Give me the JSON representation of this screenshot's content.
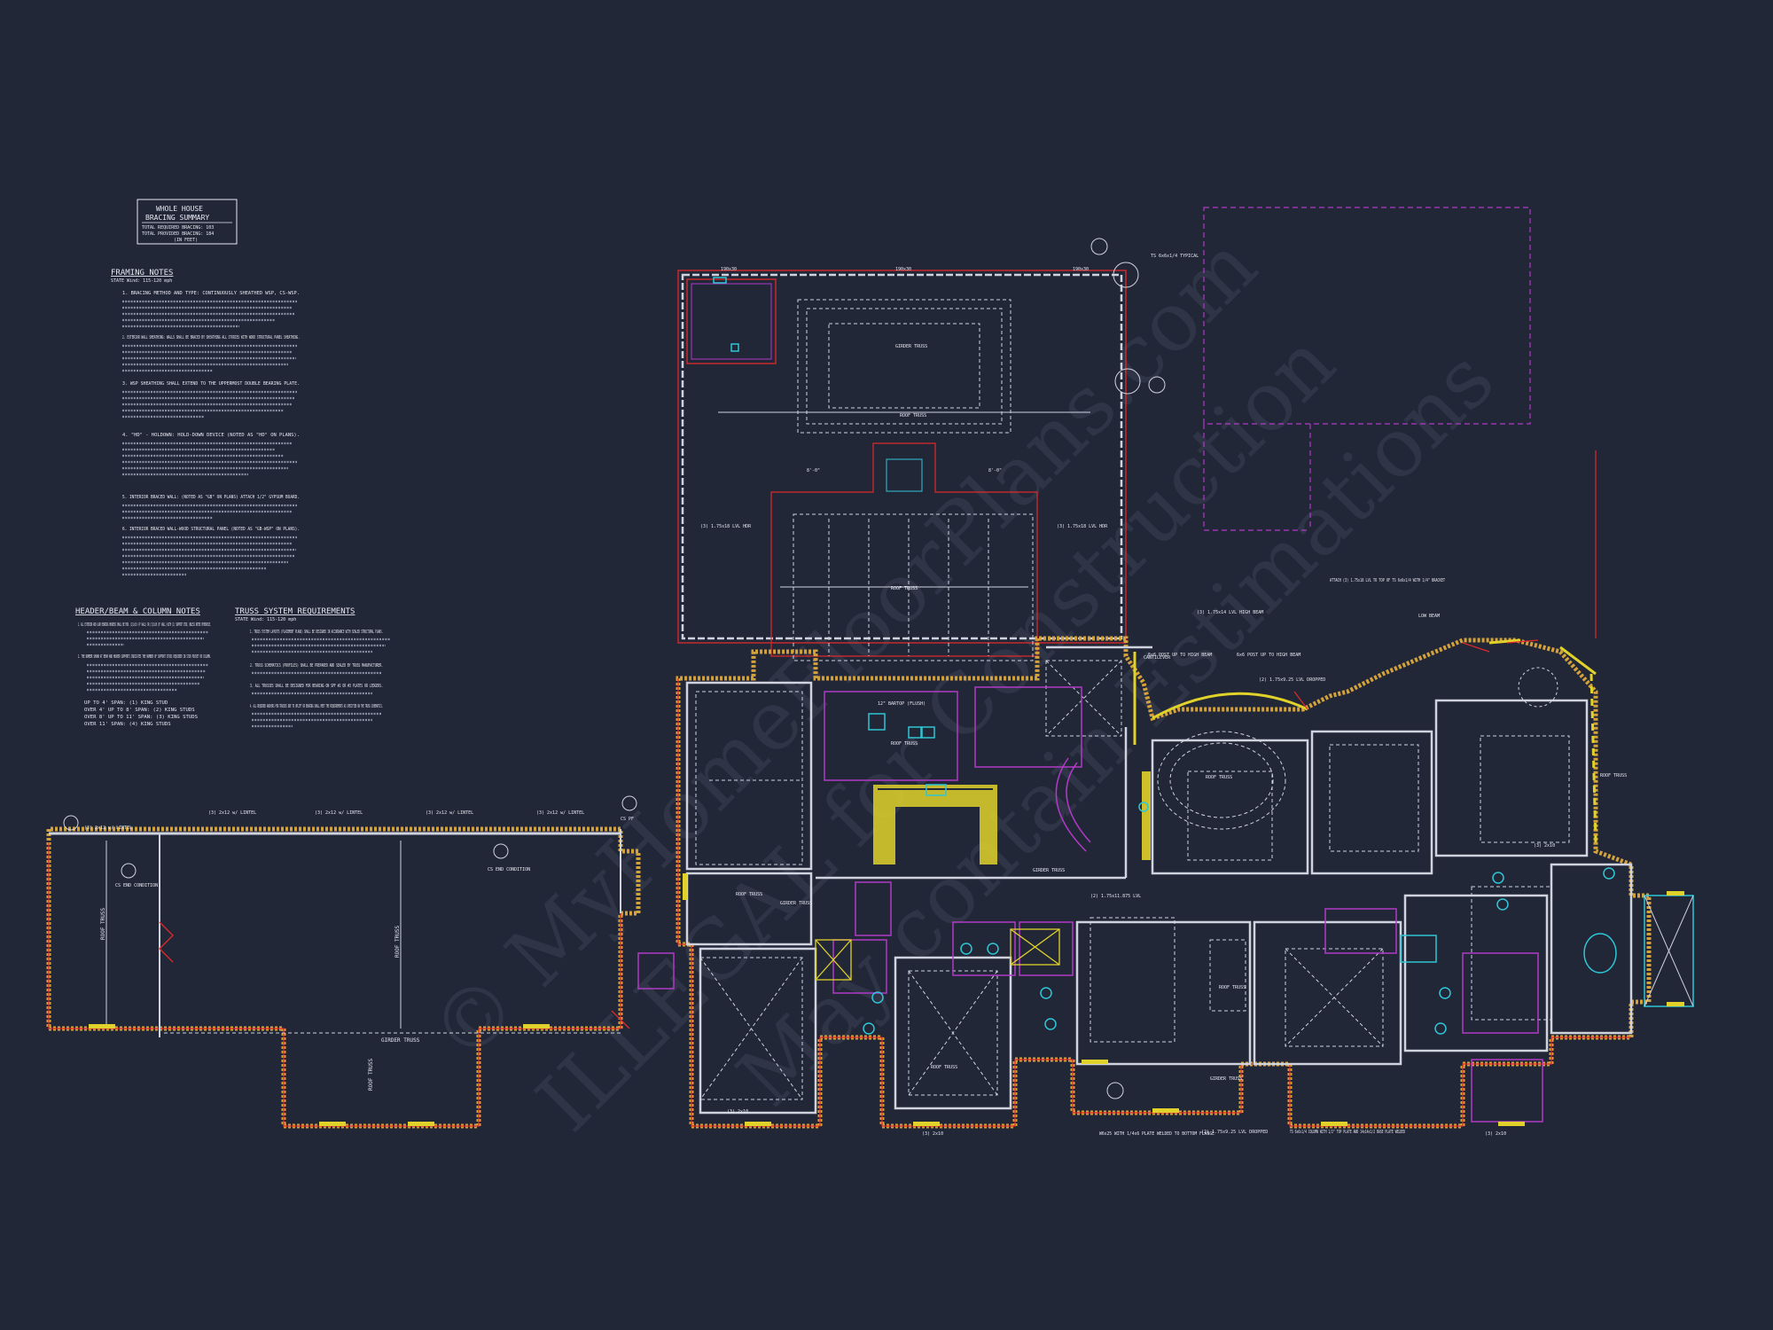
{
  "bracing_summary": {
    "title_line1": "WHOLE HOUSE",
    "title_line2": "BRACING SUMMARY",
    "required": "TOTAL REQUIRED BRACING: 103",
    "provided": "TOTAL PROVIDED BRACING: 184",
    "unit": "(IN FEET)"
  },
  "framing_notes": {
    "title": "FRAMING NOTES",
    "subtitle": "STATE Wind: 115-120 mph",
    "items": [
      "1. BRACING METHOD AND TYPE: CONTINUOUSLY SHEATHED WSP, CS-WSP.",
      "2. EXTERIOR WALL SHEATHING: WALLS SHALL BE BRACED BY SHEATHING ALL STORIES WITH WOOD STRUCTURAL PANEL SHEATHING.",
      "3. WSP SHEATHING SHALL EXTEND TO THE UPPERMOST DOUBLE BEARING PLATE.",
      "4. \"HD\" - HOLDOWN: HOLD-DOWN DEVICE (NOTED AS \"HD\" ON PLANS).",
      "5. INTERIOR BRACED WALL: (NOTED AS \"GB\" ON PLANS) ATTACH 1/2\" GYPSUM BOARD.",
      "6. INTERIOR BRACED WALL-WOOD STRUCTURAL PANEL (NOTED AS \"GB-WSP\" ON PLANS)."
    ]
  },
  "header_notes": {
    "title": "HEADER/BEAM & COLUMN NOTES",
    "items": [
      "1. ALL EXTERIOR AND LOAD BEARING HEADERS SHALL BE MIN. (2)2x10 (4\" WALL) OR (3)2x10 (6\" WALL) WITH (1) SUPPORT STUD, UNLESS NOTED OTHERWISE.",
      "2. THE NUMBER SHOWN AT BEAM AND HEADER SUPPORTS INDICATES THE NUMBER OF SUPPORT STUDS REQUIRED IN STUD POCKET OR COLUMN.",
      "UP TO 4' SPAN: (1) KING STUD",
      "OVER 4' UP TO 8' SPAN: (2) KING STUDS",
      "OVER 8' UP TO 11' SPAN: (3) KING STUDS",
      "OVER 11' SPAN: (4) KING STUDS"
    ]
  },
  "truss_notes": {
    "title": "TRUSS SYSTEM REQUIREMENTS",
    "subtitle": "STATE Wind: 115-120 mph",
    "items": [
      "1. TRUSS SYSTEM LAYOUTS (PLACEMENT PLANS) SHALL BE DESIGNED IN ACCORDANCE WITH SEALED STRUCTURAL PLANS.",
      "2. TRUSS SCHEMATICS (PROFILES) SHALL BE PREPARED AND SEALED BY TRUSS MANUFACTURER.",
      "3. ALL TRUSSES SHALL BE DESIGNED FOR BEARING ON SPF #2 OR #3 PLATES OR LEDGERS.",
      "4. ALL REQUIRED ANCHORS FOR TRUSSES DUE TO UPLIFT OR BEARING SHALL MEET THE REQUIREMENTS AS SPECIFIED ON THE TRUSS SCHEMATICS."
    ]
  },
  "plan_labels": {
    "roof_truss": "ROOF TRUSS",
    "girder_truss": "GIRDER TRUSS",
    "lvl_hdr_left": "(3) 1.75x18 LVL HDR",
    "lvl_hdr_right": "(3) 1.75x18 LVL HDR",
    "lintel_2x12": "(3) 2x12 w/ LINTEL",
    "lintel_2x10": "(3) 2x10",
    "cantilever": "CANTILEVER",
    "high_beam": "(3) 1.75x14 LVL HIGH BEAM",
    "low_beam": "LOW BEAM",
    "lvl_dropped": "(2) 1.75x9.25 LVL DROPPED",
    "lvl_ridge": "(2) 1.75x11.875 LVL",
    "post_6x6": "6x6 POST UP TO HIGH BEAM",
    "bracket_note": "ATTACH (3) 1.75x18 LVL TO TOP OF TS 6x6x1/4 WITH 1/4\" BRACKET",
    "cs_pf": "CS PF",
    "cs_end": "CS END CONDITION",
    "plate_note": "W6x25 WITH 1/4x6 PLATE WELDED TO BOTTOM FLANGE",
    "column_note": "TS 6x6x1/4 COLUMN WITH 1/2\" TOP PLATE AND 14x14x1/2 BASE PLATE WELDED",
    "bartop": "12\" BARTOP (FLUSH)",
    "dim_190": "190x30",
    "dim_8": "8'-0\"",
    "ts_typical": "TS 6x6x1/4 TYPICAL"
  },
  "watermark": {
    "line1": "© MyHomeFloorPlans.com",
    "line2": "ILLEGAL for Construction",
    "line3": "May contain Estimations"
  },
  "colors": {
    "background": "#222738",
    "wall": "#cfd3de",
    "red": "#e02a2a",
    "yellow": "#e0d22a",
    "orange": "#d4a23a",
    "magenta": "#b23ac8",
    "cyan": "#2ec6d6"
  }
}
